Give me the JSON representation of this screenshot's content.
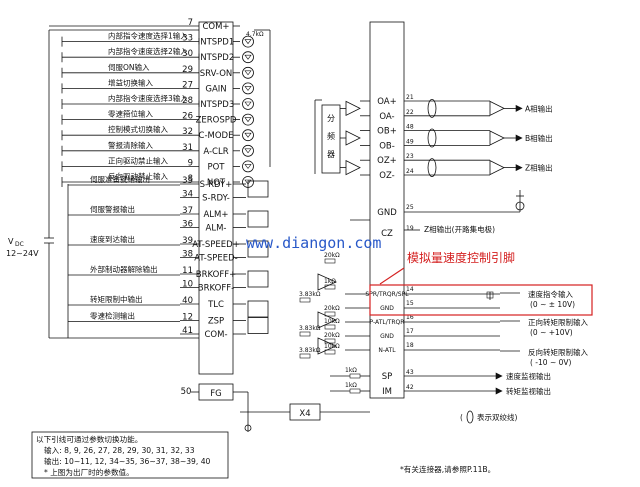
{
  "left_inputs": [
    {
      "pin": "7",
      "signal": "COM+",
      "label": ""
    },
    {
      "pin": "33",
      "signal": "INTSPD1",
      "label": "内部指令速度选择1输入"
    },
    {
      "pin": "30",
      "signal": "INTSPD2",
      "label": "内部指令速度选择2输入"
    },
    {
      "pin": "29",
      "signal": "SRV-ON",
      "label": "伺服ON输入"
    },
    {
      "pin": "27",
      "signal": "GAIN",
      "label": "增益切换输入"
    },
    {
      "pin": "28",
      "signal": "INTSPD3",
      "label": "内部指令速度选择3输入"
    },
    {
      "pin": "26",
      "signal": "ZEROSPD",
      "label": "零速箝位输入"
    },
    {
      "pin": "32",
      "signal": "C-MODE",
      "label": "控制模式切换输入"
    },
    {
      "pin": "31",
      "signal": "A-CLR",
      "label": "警报清除输入"
    },
    {
      "pin": "9",
      "signal": "POT",
      "label": "正向驱动禁止输入"
    },
    {
      "pin": "8",
      "signal": "NOT",
      "label": "反向驱动禁止输入"
    }
  ],
  "resistor_label": "4.7kΩ",
  "left_outputs": [
    {
      "label": "伺服准备就绪输出",
      "pins": [
        {
          "pin": "35",
          "signal": "S-RDY+"
        },
        {
          "pin": "34",
          "signal": "S-RDY-"
        }
      ]
    },
    {
      "label": "伺服警报输出",
      "pins": [
        {
          "pin": "37",
          "signal": "ALM+"
        },
        {
          "pin": "36",
          "signal": "ALM-"
        }
      ]
    },
    {
      "label": "速度到达输出",
      "pins": [
        {
          "pin": "39",
          "signal": "AT-SPEED+"
        },
        {
          "pin": "38",
          "signal": "AT-SPEED-"
        }
      ]
    },
    {
      "label": "外部制动器解除输出",
      "pins": [
        {
          "pin": "11",
          "signal": "BRKOFF+"
        },
        {
          "pin": "10",
          "signal": "BRKOFF-"
        }
      ]
    },
    {
      "label": "转矩限制中输出",
      "pins": [
        {
          "pin": "40",
          "signal": "TLC"
        }
      ]
    },
    {
      "label": "零速检测输出",
      "pins": [
        {
          "pin": "12",
          "signal": "ZSP"
        },
        {
          "pin": "41",
          "signal": "COM-"
        }
      ]
    }
  ],
  "supply": {
    "line1": "V",
    "sub": "DC",
    "line2": "12~24V"
  },
  "fg": {
    "pin": "50",
    "signal": "FG"
  },
  "x4_label": "X4",
  "encoder": {
    "divider_label": "分频器",
    "signals": [
      {
        "pin": "21",
        "signal": "OA+"
      },
      {
        "pin": "22",
        "signal": "OA-"
      },
      {
        "pin": "48",
        "signal": "OB+"
      },
      {
        "pin": "49",
        "signal": "OB-"
      },
      {
        "pin": "23",
        "signal": "OZ+"
      },
      {
        "pin": "24",
        "signal": "OZ-"
      }
    ],
    "outputs": [
      "A相输出",
      "B相输出",
      "Z相输出"
    ]
  },
  "gnd25": {
    "pin": "25",
    "signal": "GND"
  },
  "cz": {
    "pin": "19",
    "signal": "CZ",
    "label": "Z相输出(开路集电极)"
  },
  "analog": [
    {
      "pin": "14",
      "signal": "SPR/TRQR/SPL"
    },
    {
      "pin": "15",
      "signal": "GND"
    },
    {
      "pin": "16",
      "signal": "P-ATL/TRQR"
    },
    {
      "pin": "17",
      "signal": "GND"
    },
    {
      "pin": "18",
      "signal": "N-ATL"
    }
  ],
  "analog_labels": [
    {
      "line1": "速度指令输入",
      "line2": "(0 ~ ± 10V)"
    },
    {
      "line1": "正向转矩限制输入",
      "line2": "(0 ~ +10V)"
    },
    {
      "line1": "反向转矩限制输入",
      "line2": "( -10 ~ 0V)"
    }
  ],
  "resistors": [
    "20kΩ",
    "1kΩ",
    "3.83kΩ",
    "20kΩ",
    "10kΩ",
    "3.83kΩ",
    "20kΩ",
    "10kΩ",
    "3.83kΩ"
  ],
  "monitor": [
    {
      "pin": "43",
      "signal": "SP",
      "r": "1kΩ",
      "label": "速度监视输出"
    },
    {
      "pin": "42",
      "signal": "IM",
      "r": "1kΩ",
      "label": "转矩监视输出"
    }
  ],
  "callout": "模拟量速度控制引脚",
  "watermark": "www.diangon.com",
  "twisted_legend": "表示双绞线)",
  "notes": [
    "以下引线可通过参数切换功能。",
    "输入:  8, 9, 26, 27, 28, 29, 30, 31, 32, 33",
    "输出:  10~11, 12, 34~35, 36~37, 38~39, 40",
    "* 上图为出厂时的参数值。"
  ],
  "footnote": "*有关连接器,请参照P.11B。",
  "colors": {
    "callout": "#d42020",
    "watermark": "#2858c8"
  }
}
